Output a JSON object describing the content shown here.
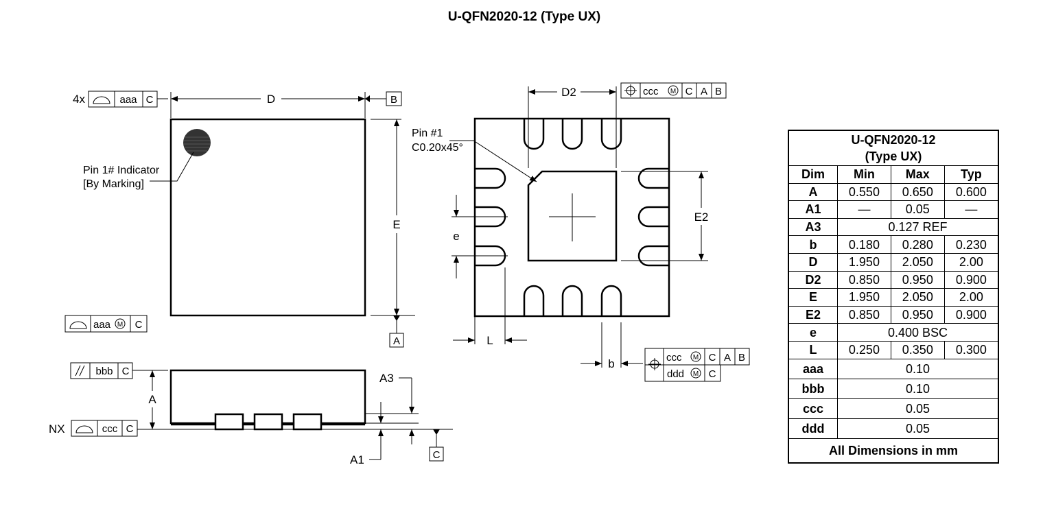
{
  "title": "U-QFN2020-12 (Type UX)",
  "top_view": {
    "fcf_flat": {
      "prefix": "4x",
      "tol": "aaa",
      "datum": "C"
    },
    "dim_d": "D",
    "datum_b": "B",
    "dim_e": "E",
    "pin1_label": [
      "Pin 1# Indicator",
      "[By Marking]"
    ],
    "fcf_flat_m": {
      "tol": "aaa",
      "mod": "M",
      "datum": "C"
    },
    "datum_a": "A"
  },
  "side_view": {
    "fcf_parallel": {
      "tol": "bbb",
      "datum": "C"
    },
    "fcf_nx": {
      "prefix": "NX",
      "tol": "ccc",
      "datum": "C"
    },
    "dim_a": "A",
    "dim_a3": "A3",
    "dim_a1": "A1",
    "datum_c": "C"
  },
  "bottom_view": {
    "dim_d2": "D2",
    "fcf_pos": {
      "tol": "ccc",
      "mod": "M",
      "datums": [
        "C",
        "A",
        "B"
      ]
    },
    "pin1_label": [
      "Pin #1",
      "C0.20x45°"
    ],
    "dim_e2": "E2",
    "dim_e": "e",
    "dim_l": "L",
    "dim_b": "b",
    "fcf_pos_b": {
      "tol": "ccc",
      "mod": "M",
      "datums": [
        "C",
        "A",
        "B"
      ]
    },
    "fcf_ddd": {
      "tol": "ddd",
      "mod": "M",
      "datum": "C"
    }
  },
  "table": {
    "title_lines": [
      "U-QFN2020-12",
      "(Type UX)"
    ],
    "headers": [
      "Dim",
      "Min",
      "Max",
      "Typ"
    ],
    "rows": [
      {
        "dim": "A",
        "min": "0.550",
        "max": "0.650",
        "typ": "0.600"
      },
      {
        "dim": "A1",
        "min": "—",
        "max": "0.05",
        "typ": "—"
      },
      {
        "dim": "A3",
        "span": "0.127 REF"
      },
      {
        "dim": "b",
        "min": "0.180",
        "max": "0.280",
        "typ": "0.230"
      },
      {
        "dim": "D",
        "min": "1.950",
        "max": "2.050",
        "typ": "2.00"
      },
      {
        "dim": "D2",
        "min": "0.850",
        "max": "0.950",
        "typ": "0.900"
      },
      {
        "dim": "E",
        "min": "1.950",
        "max": "2.050",
        "typ": "2.00"
      },
      {
        "dim": "E2",
        "min": "0.850",
        "max": "0.950",
        "typ": "0.900"
      },
      {
        "dim": "e",
        "span": "0.400 BSC"
      },
      {
        "dim": "L",
        "min": "0.250",
        "max": "0.350",
        "typ": "0.300"
      },
      {
        "dim": "aaa",
        "span": "0.10"
      },
      {
        "dim": "bbb",
        "span": "0.10"
      },
      {
        "dim": "ccc",
        "span": "0.05"
      },
      {
        "dim": "ddd",
        "span": "0.05"
      }
    ],
    "footer": "All Dimensions in mm"
  }
}
